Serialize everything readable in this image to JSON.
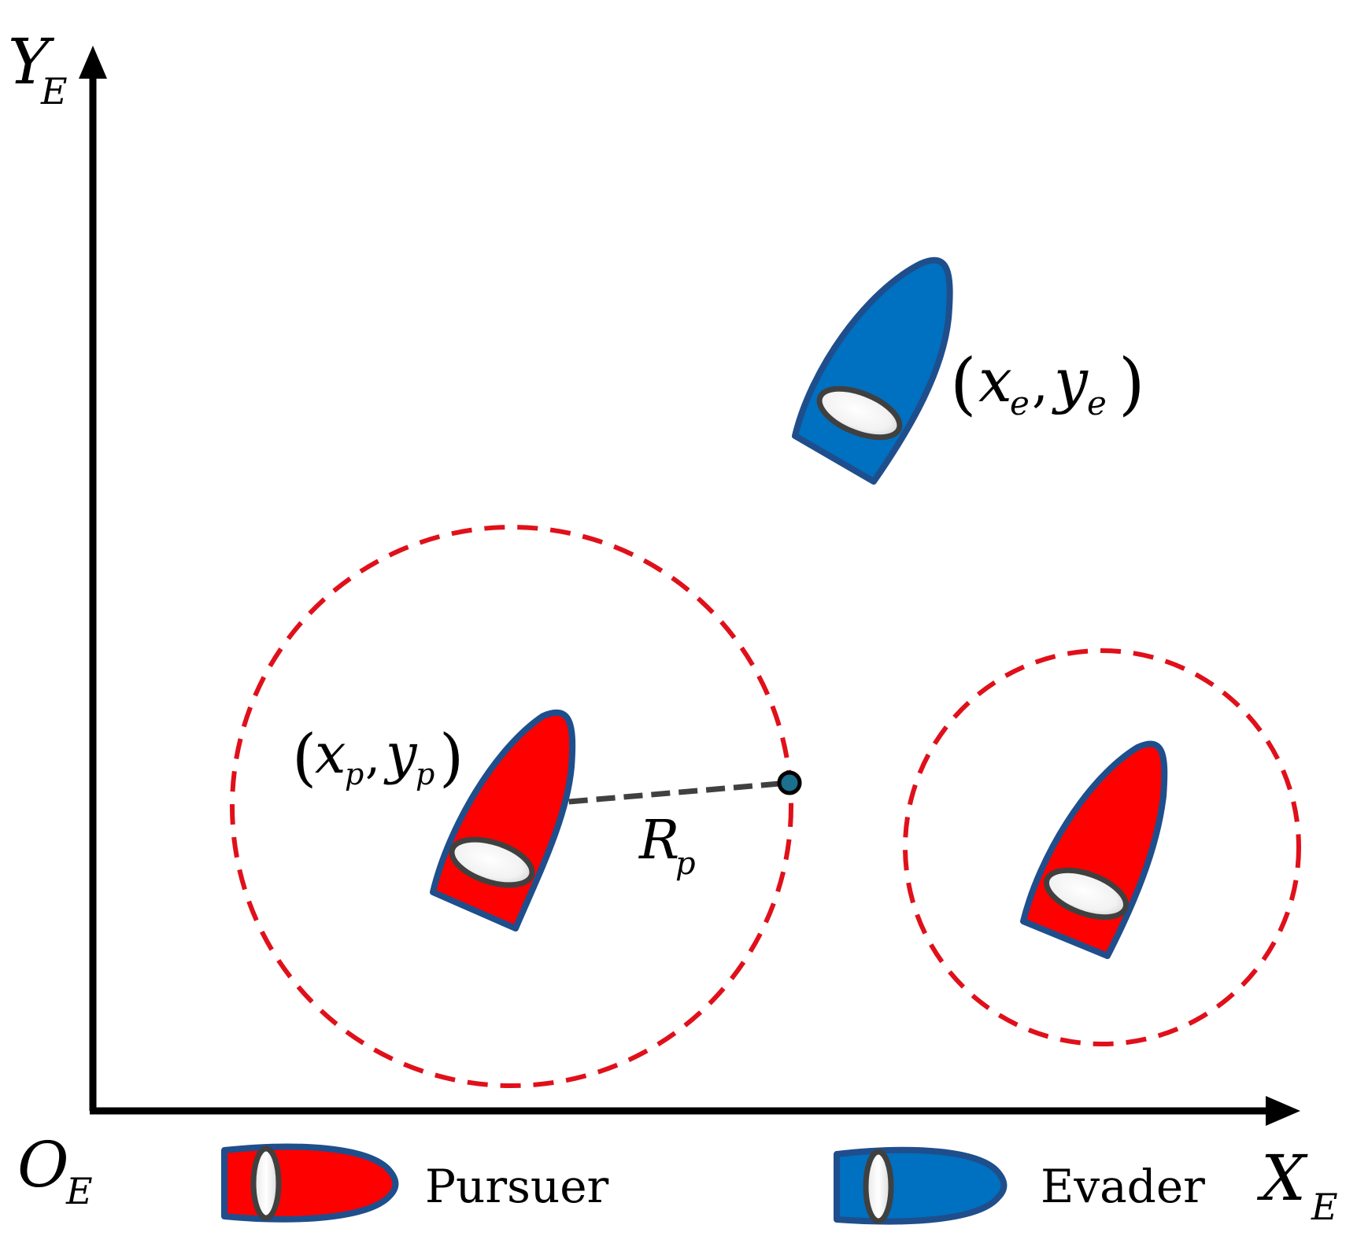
{
  "axes": {
    "y_label": "Y",
    "y_sub": "E",
    "x_label": "X",
    "x_sub": "E",
    "origin_label": "O",
    "origin_sub": "E"
  },
  "labels": {
    "pursuer_coord": {
      "open": "(",
      "x": "x",
      "x_sub": "p",
      "comma": ",",
      "y": "y",
      "y_sub": "p",
      "close": ")"
    },
    "evader_coord": {
      "open": "(",
      "x": "x",
      "x_sub": "e",
      "comma": ",",
      "y": "y",
      "y_sub": "e",
      "close": ")"
    },
    "radius": "R",
    "radius_sub": "p"
  },
  "legend": {
    "pursuer": "Pursuer",
    "evader": "Evader"
  },
  "colors": {
    "pursuer_fill": "#ff0000",
    "evader_fill": "#0070c0",
    "hull_outline": "#1f4e8c",
    "window_outline": "#404040",
    "range_circle": "#e0101a",
    "radius_line": "#404040",
    "capture_point": "#1b6f8f",
    "axis": "#000000"
  },
  "icons": {
    "pursuer_boat": "boat-icon",
    "evader_boat": "boat-icon",
    "capture_point": "dot-icon"
  }
}
